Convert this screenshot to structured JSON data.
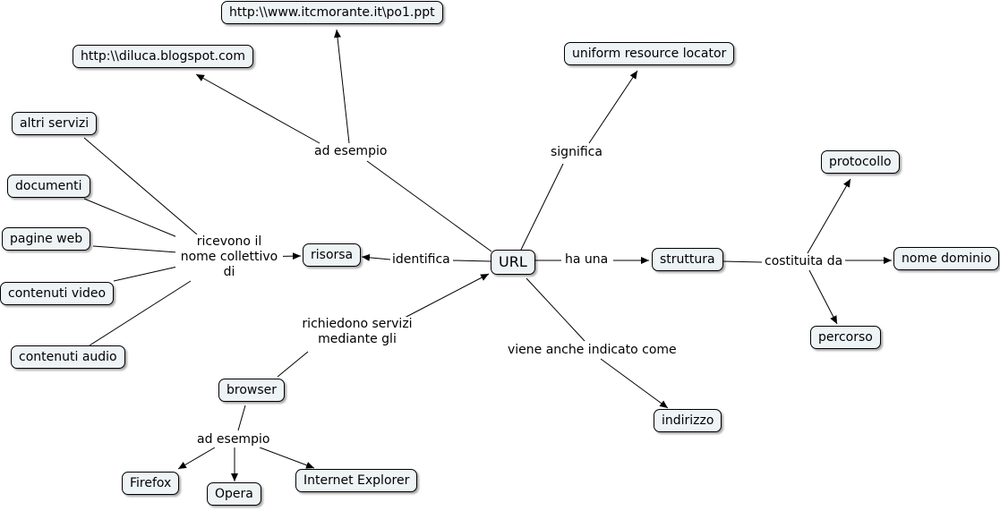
{
  "nodes": {
    "url": "URL",
    "risorsa": "risorsa",
    "struttura": "struttura",
    "uniform": "uniform resource locator",
    "itcmorante": "http:\\\\www.itcmorante.it\\po1.ppt",
    "diluca": "http:\\\\diluca.blogspot.com",
    "altri_servizi": "altri servizi",
    "documenti": "documenti",
    "pagine_web": "pagine web",
    "contenuti_video": "contenuti video",
    "contenuti_audio": "contenuti audio",
    "browser": "browser",
    "firefox": "Firefox",
    "opera": "Opera",
    "internet_explorer": "Internet Explorer",
    "indirizzo": "indirizzo",
    "protocollo": "protocollo",
    "nome_dominio": "nome dominio",
    "percorso": "percorso"
  },
  "links": {
    "ad_esempio_top": "ad esempio",
    "significa": "significa",
    "ricevono_1": "ricevono il",
    "ricevono_2": "nome collettivo",
    "ricevono_3": "di",
    "identifica": "identifica",
    "ha_una": "ha una",
    "costituita_da": "costituita da",
    "richiedono_1": "richiedono servizi",
    "richiedono_2": "mediante gli",
    "viene_anche": "viene anche indicato come",
    "ad_esempio_browser": "ad esempio"
  }
}
